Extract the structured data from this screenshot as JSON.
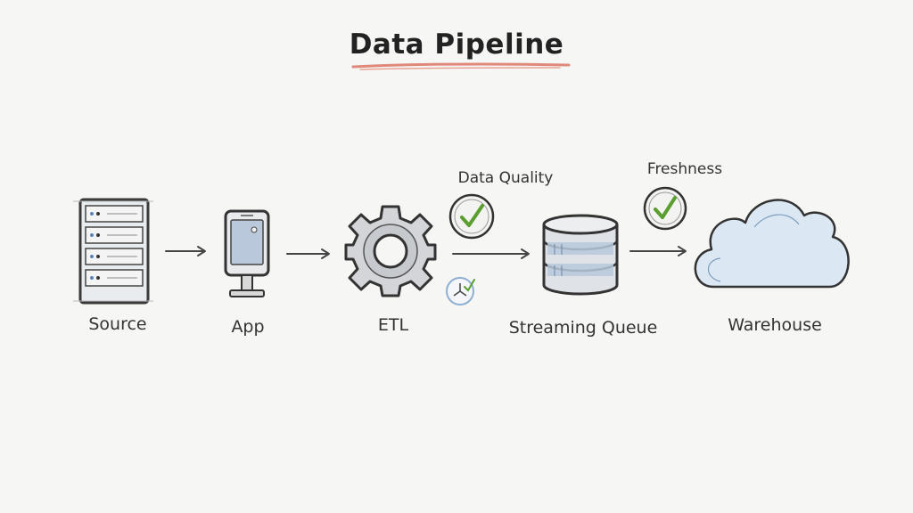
{
  "title": "Data Pipeline",
  "nodes": [
    {
      "id": "source",
      "label": "Source",
      "icon": "server-rack-icon"
    },
    {
      "id": "app",
      "label": "App",
      "icon": "mobile-device-icon"
    },
    {
      "id": "etl",
      "label": "ETL",
      "icon": "gear-icon"
    },
    {
      "id": "queue",
      "label": "Streaming Queue",
      "icon": "database-cylinder-icon"
    },
    {
      "id": "warehouse",
      "label": "Warehouse",
      "icon": "cloud-icon"
    }
  ],
  "checks": [
    {
      "label": "Data Quality",
      "icon": "clock-check-icon"
    },
    {
      "label": "Freshness",
      "icon": "clock-check-icon"
    }
  ],
  "colors": {
    "accent_check": "#5a9e2f",
    "title_underline": "#e0897a",
    "icon_fill": "#b9c9db",
    "cloud_fill": "#dbe7f3"
  }
}
